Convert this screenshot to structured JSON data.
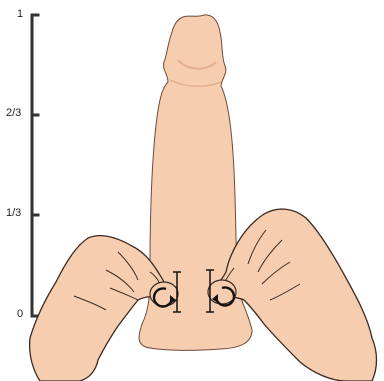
{
  "scale": {
    "ticks": [
      {
        "label": "1",
        "value": 1
      },
      {
        "label": "2/3",
        "value": 0.6667
      },
      {
        "label": "1/3",
        "value": 0.3333
      },
      {
        "label": "0",
        "value": 0
      }
    ]
  },
  "colors": {
    "skin": "#f7cdb0",
    "skin_shadow": "#e8b28f",
    "outline": "#3a2a22",
    "scale_line": "#333333",
    "background": "#ffffff"
  },
  "icons": [
    "rotate-counterclockwise-icon",
    "rotate-clockwise-icon",
    "up-down-arrow-icon"
  ]
}
